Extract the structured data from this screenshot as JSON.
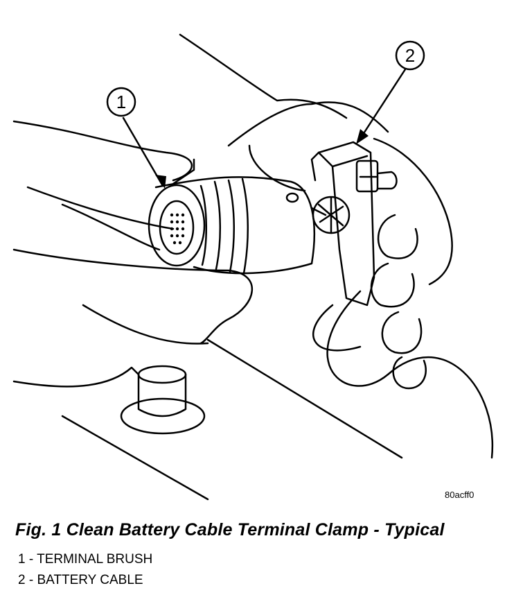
{
  "figure": {
    "code": "80acff0",
    "caption": "Fig. 1 Clean Battery Cable Terminal Clamp - Typical",
    "callouts": [
      {
        "number": "1"
      },
      {
        "number": "2"
      }
    ],
    "legend": [
      {
        "text": "1 - TERMINAL BRUSH"
      },
      {
        "text": "2 - BATTERY CABLE"
      }
    ]
  }
}
